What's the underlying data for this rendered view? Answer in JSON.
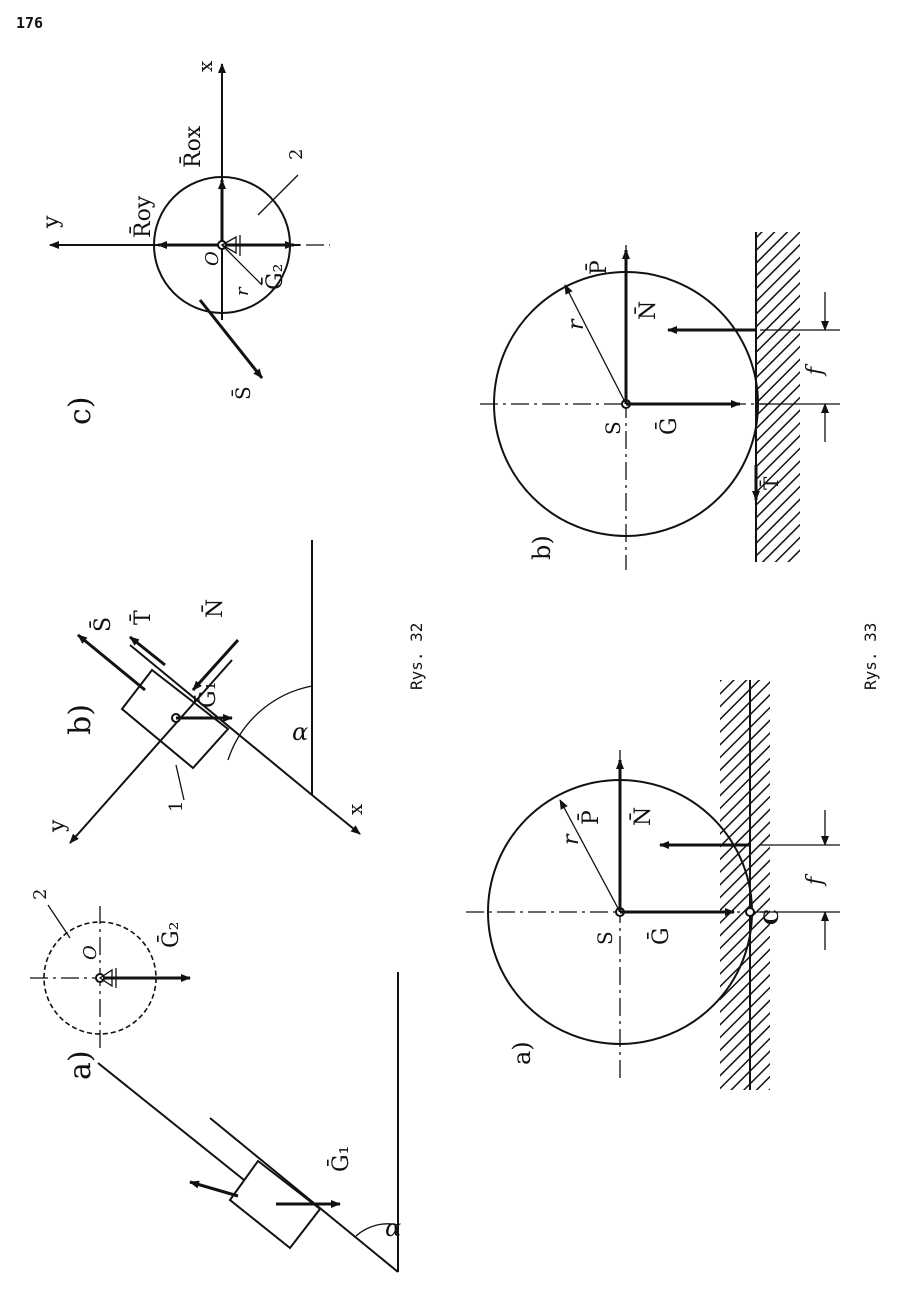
{
  "page": {
    "number": "176"
  },
  "figure32": {
    "caption": "Rys. 32",
    "panel_a": {
      "tag": "a)",
      "labels": {
        "G1": "Ḡ₁",
        "G2": "Ḡ₂",
        "O": "O",
        "body2": "2",
        "alpha": "α"
      }
    },
    "panel_b": {
      "tag": "b)",
      "labels": {
        "S": "S̄",
        "T": "T̄",
        "N": "N̄",
        "G1": "Ḡ₁",
        "body1": "1",
        "alpha": "α",
        "x": "x",
        "y": "y"
      }
    },
    "panel_c": {
      "tag": "c)",
      "labels": {
        "x": "x",
        "y": "y",
        "Rox": "R̄ox",
        "Roy": "R̄oy",
        "O": "O",
        "r": "r",
        "G2": "Ḡ₂",
        "S": "S̄",
        "body2": "2"
      }
    }
  },
  "figure33": {
    "caption": "Rys. 33",
    "panel_a": {
      "tag": "a)",
      "labels": {
        "S": "S",
        "G": "Ḡ",
        "P": "P̄",
        "N": "N̄",
        "r": "r",
        "f": "f",
        "C": "C"
      }
    },
    "panel_b": {
      "tag": "b)",
      "labels": {
        "S": "S",
        "G": "Ḡ",
        "P": "P̄",
        "N": "N̄",
        "r": "r",
        "f": "f",
        "T": "T̄"
      }
    }
  },
  "icons": [
    "hatched-ground-icon",
    "pin-support-icon",
    "force-arrow-icon"
  ]
}
